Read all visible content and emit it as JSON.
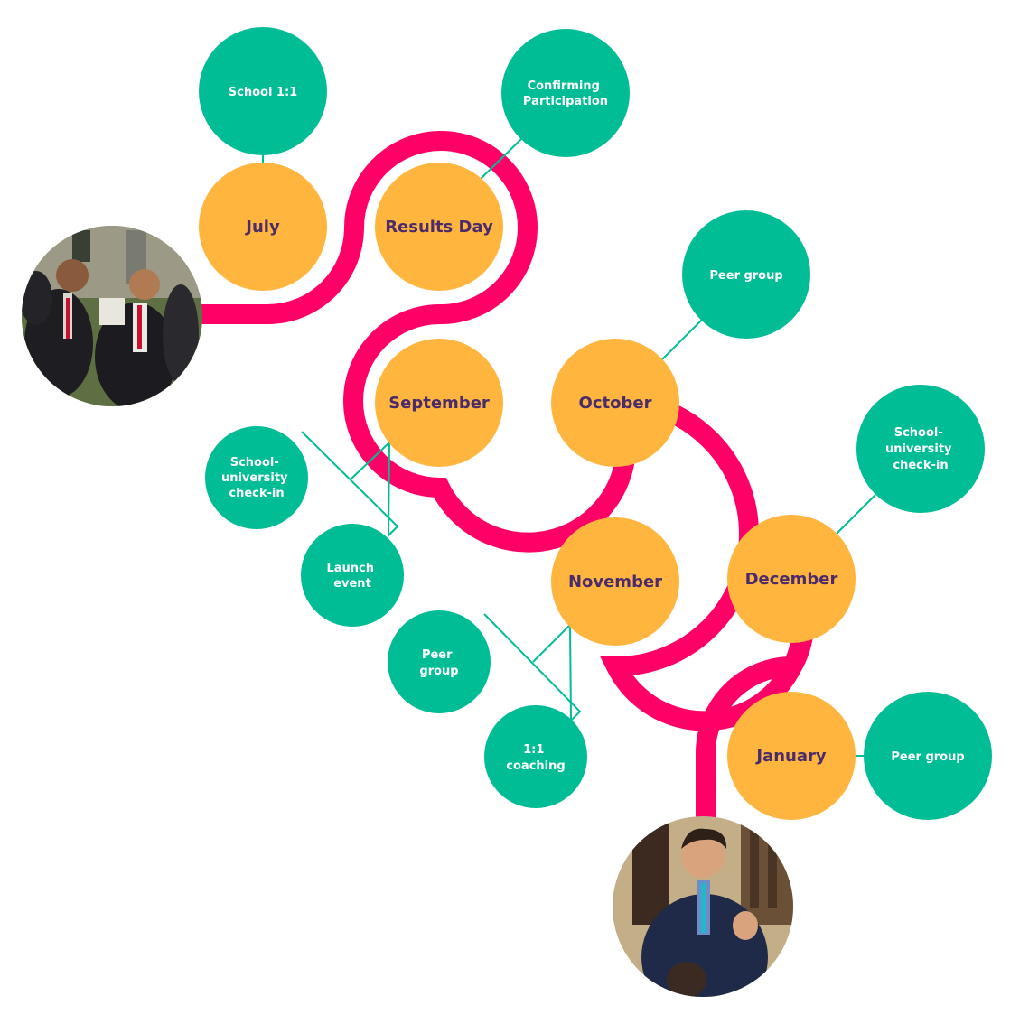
{
  "colors": {
    "path": "#FF0066",
    "month": "#FFB53E",
    "month_text": "#4A2C6B",
    "activity": "#00BD95",
    "activity_text": "#FFFFFF",
    "connector": "#00BD95"
  },
  "months": {
    "july": "July",
    "results_day": "Results Day",
    "september": "September",
    "october": "October",
    "november": "November",
    "december": "December",
    "january": "January"
  },
  "activities": {
    "school_1_1": [
      "School 1:1"
    ],
    "confirming_participation": [
      "Confirming",
      "Participation"
    ],
    "peer_group_oct": [
      "Peer group"
    ],
    "check_in_sep": [
      "School-",
      "university",
      "check-in"
    ],
    "launch_event": [
      "Launch",
      "event"
    ],
    "check_in_dec": [
      "School-",
      "university",
      "check-in"
    ],
    "peer_group_nov": [
      "Peer",
      "group"
    ],
    "coaching_nov": [
      "1:1",
      "coaching"
    ],
    "peer_group_jan": [
      "Peer group"
    ]
  },
  "photos": {
    "start": "students-photo",
    "end": "mentor-photo"
  }
}
